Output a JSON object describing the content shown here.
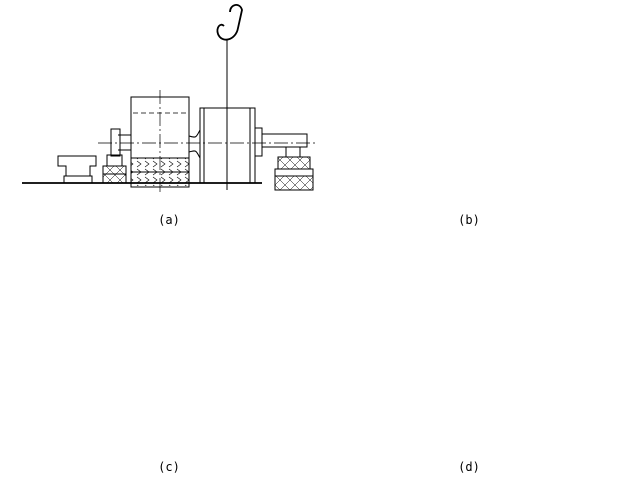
{
  "panels": [
    {
      "id": "a",
      "caption": "(a)"
    },
    {
      "id": "b",
      "caption": "(b)"
    },
    {
      "id": "c",
      "caption": "(c)"
    },
    {
      "id": "d",
      "caption": "(d)"
    }
  ]
}
